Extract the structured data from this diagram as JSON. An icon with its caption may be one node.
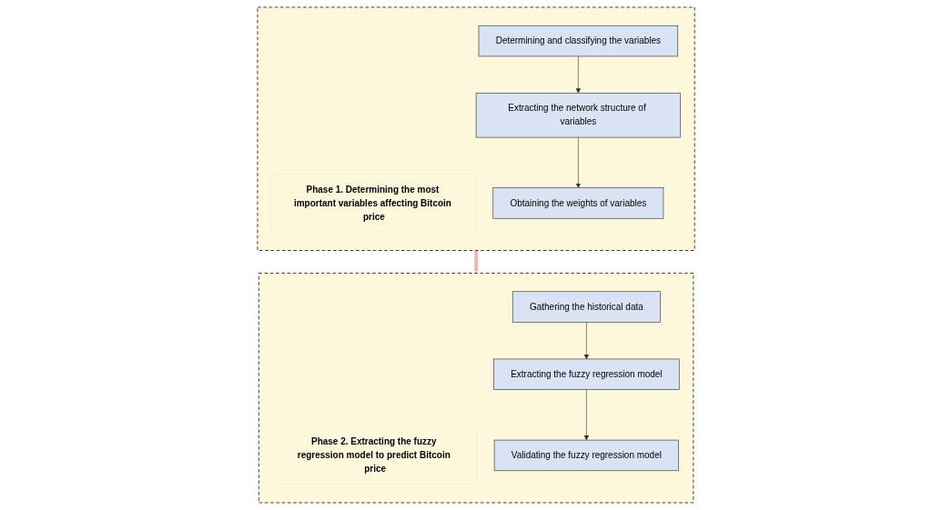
{
  "diagram": {
    "nodes": [
      {
        "text": [],
        "shape": "box"
      },
      {
        "text": [
          "Phase 1. Determining the most important variables affecting Bitcoin price"
        ],
        "in": 0
      },
      {
        "text": [
          "Determining and classifying the variables"
        ],
        "in": 0
      },
      {
        "text": [
          "Extracting the network structure of variables"
        ],
        "in": 0
      },
      {
        "text": [
          "Obtaining the weights of variables"
        ],
        "in": 0
      },
      {
        "text": [],
        "shape": "box"
      },
      {
        "text": [
          "Phase 2. Extracting the fuzzy regression model to predict Bitcoin price"
        ],
        "in": 5
      },
      {
        "text": [
          "Gathering the historical data"
        ],
        "in": 5
      },
      {
        "text": [
          "Extracting the fuzzy regression model"
        ],
        "in": 5
      },
      {
        "text": [
          "Validating the fuzzy regression model"
        ],
        "in": 5
      }
    ],
    "edges": [
      {
        "from": 2,
        "to": 3,
        "arrow": "to"
      },
      {
        "from": 3,
        "to": 4,
        "arrow": "to"
      },
      {
        "from": 0,
        "to": 5,
        "arrow": "to",
        "style": "thick",
        "color": "#f4b6ad"
      },
      {
        "from": 7,
        "to": 8,
        "arrow": "to"
      },
      {
        "from": 8,
        "to": 9,
        "arrow": "to"
      }
    ]
  }
}
